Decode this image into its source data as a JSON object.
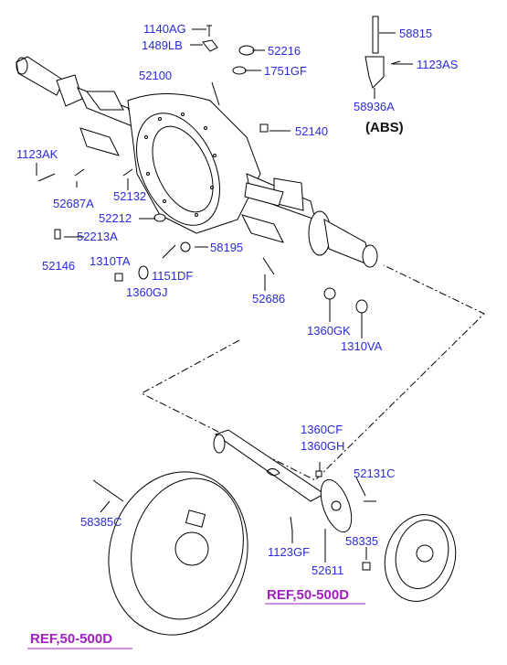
{
  "parts": {
    "p1140AG": "1140AG",
    "p1489LB": "1489LB",
    "p52216": "52216",
    "p1751GF": "1751GF",
    "p52100": "52100",
    "p52140": "52140",
    "p1123AK": "1123AK",
    "p52687A": "52687A",
    "p52132": "52132",
    "p52212": "52212",
    "p52213A": "52213A",
    "p52146": "52146",
    "p1310TA": "1310TA",
    "p1151DF": "1151DF",
    "p1360GJ": "1360GJ",
    "p58195": "58195",
    "p52686": "52686",
    "p1360GK": "1360GK",
    "p1310VA": "1310VA",
    "p58815": "58815",
    "p1123AS": "1123AS",
    "p58936A": "58936A",
    "p1360CF": "1360CF",
    "p1360GH": "1360GH",
    "p52131C": "52131C",
    "p58385C": "58385C",
    "p1123GF": "1123GF",
    "p58335": "58335",
    "p52611": "52611"
  },
  "abs_label": "(ABS)",
  "refs": {
    "ref1": "REF,50-500D",
    "ref2": "REF,50-500D"
  },
  "colors": {
    "label": "#2a2ad8",
    "ref": "#a020c0"
  }
}
